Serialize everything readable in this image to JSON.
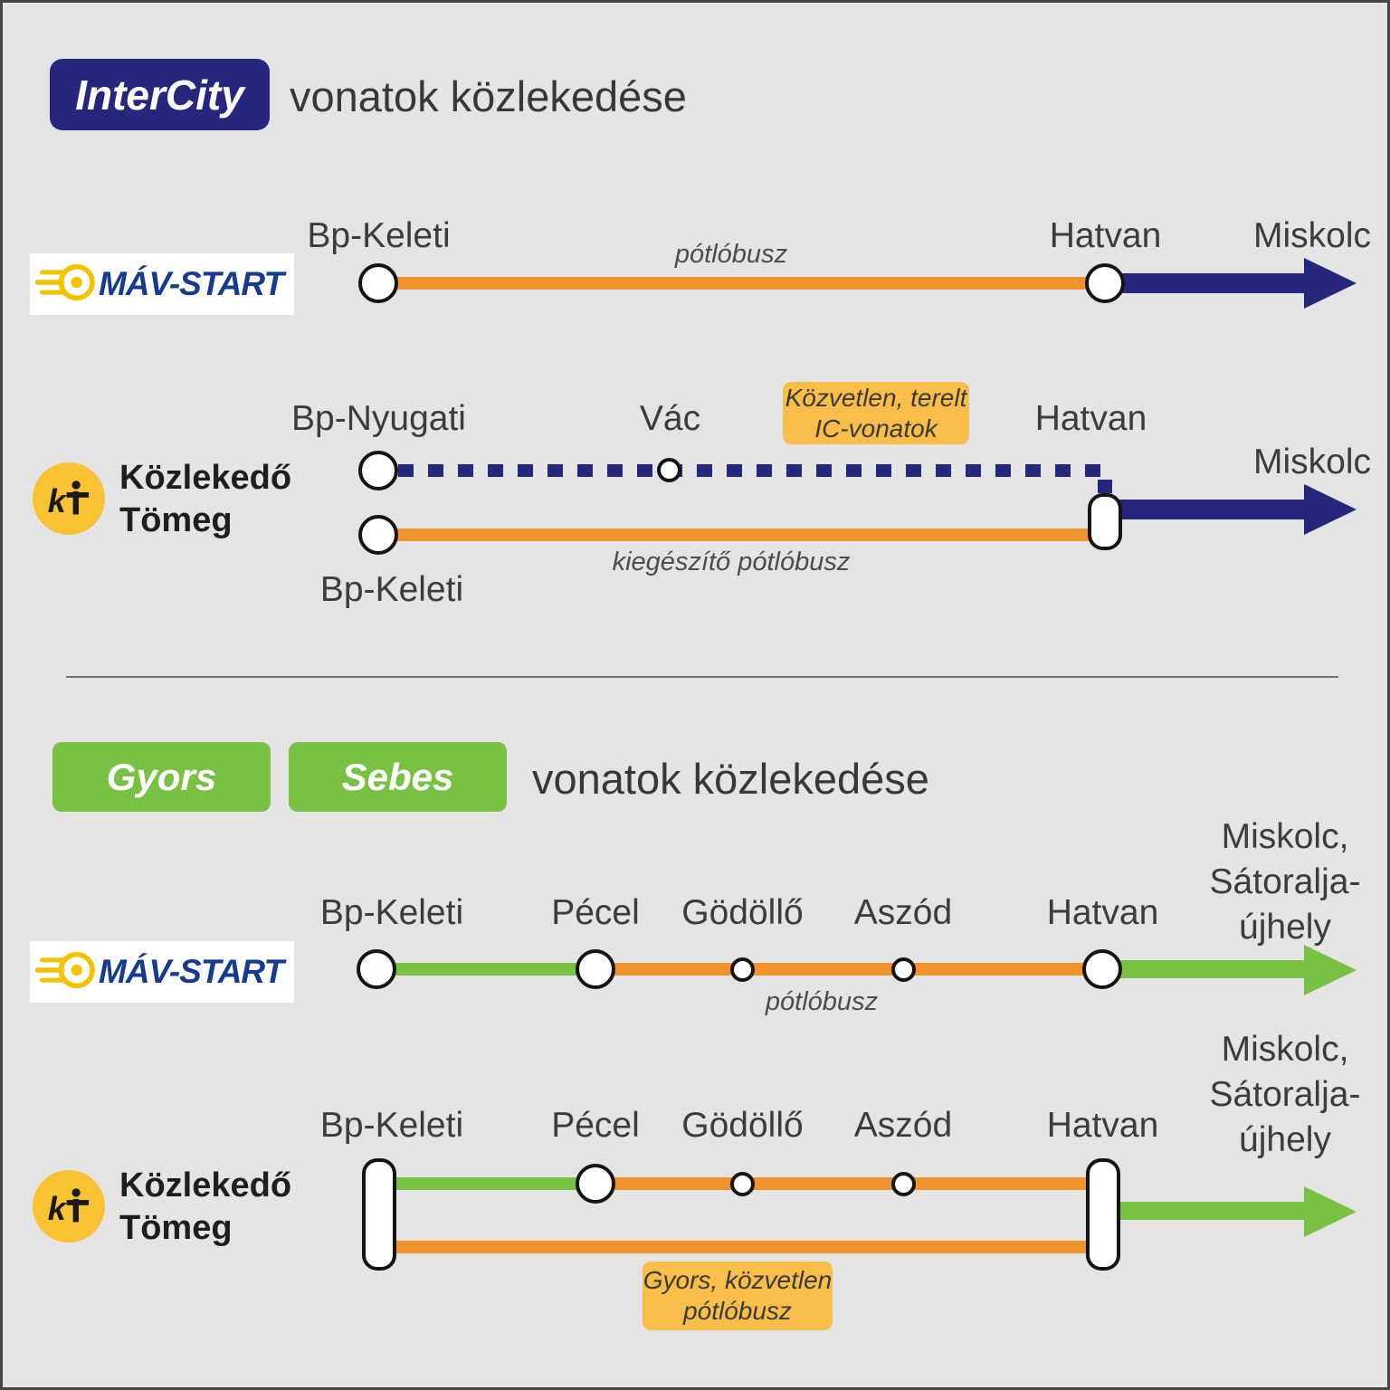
{
  "colors": {
    "navy": "#26267d",
    "orange": "#f0922d",
    "green": "#79c143",
    "badge-orange": "#f9bd4a",
    "bg": "#e4e4e4"
  },
  "logos": {
    "mav_text": "MÁV-START",
    "kt_glyph": "k",
    "kt_name_line1": "Közlekedő",
    "kt_name_line2": "Tömeg"
  },
  "top": {
    "badge": "InterCity",
    "title": "vonatok közlekedése",
    "row_mav": {
      "station_start": "Bp-Keleti",
      "station_mid": "Hatvan",
      "station_end": "Miskolc",
      "line_label": "pótlóbusz"
    },
    "row_kt": {
      "station_nyugati": "Bp-Nyugati",
      "station_vac": "Vác",
      "station_hatvan": "Hatvan",
      "station_end": "Miskolc",
      "station_keleti": "Bp-Keleti",
      "note_line1": "Közvetlen, terelt",
      "note_line2": "IC-vonatok",
      "line_label": "kiegészítő pótlóbusz"
    }
  },
  "bottom": {
    "badge_gyors": "Gyors",
    "badge_sebes": "Sebes",
    "title": "vonatok közlekedése",
    "stations": [
      "Bp-Keleti",
      "Pécel",
      "Gödöllő",
      "Aszód",
      "Hatvan"
    ],
    "destination": [
      "Miskolc,",
      "Sátoralja-",
      "újhely"
    ],
    "row_mav": {
      "line_label": "pótlóbusz"
    },
    "row_kt": {
      "note_line1": "Gyors, közvetlen",
      "note_line2": "pótlóbusz"
    }
  }
}
